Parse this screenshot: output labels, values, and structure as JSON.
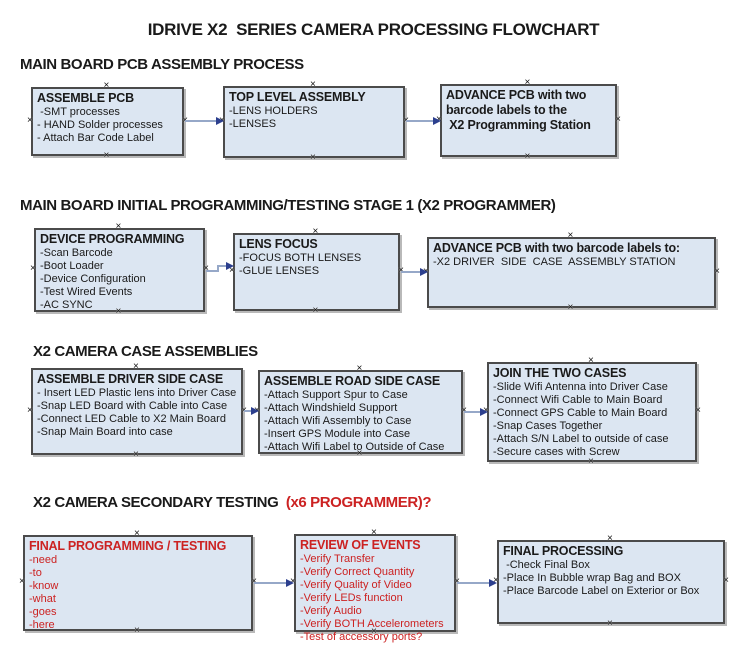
{
  "page_title": "IDRIVE X2  SERIES CAMERA PROCESSING FLOWCHART",
  "icons": {
    "connection_point": "×"
  },
  "colors": {
    "box_fill": "#dce6f2",
    "box_border": "#4b4b4b",
    "arrow_line": "#96a8c8",
    "arrow_head": "#2c3f8e",
    "red_text": "#cc2222",
    "black_text": "#1a1a1a"
  },
  "sections": [
    {
      "heading": "MAIN BOARD PCB ASSEMBLY PROCESS",
      "boxes": [
        {
          "header": "ASSEMBLE PCB",
          "items": [
            " -SMT processes",
            "- HAND Solder processes",
            "- Attach Bar Code Label"
          ]
        },
        {
          "header": "TOP LEVEL ASSEMBLY",
          "items": [
            "-LENS HOLDERS",
            "-LENSES"
          ]
        },
        {
          "header": "ADVANCE PCB with two\nbarcode labels to the\n X2 Programming Station",
          "items": []
        }
      ]
    },
    {
      "heading": "MAIN BOARD INITIAL PROGRAMMING/TESTING STAGE 1 (X2 PROGRAMMER)",
      "boxes": [
        {
          "header": "DEVICE PROGRAMMING",
          "items": [
            "-Scan Barcode",
            "-Boot Loader",
            "-Device Configuration",
            "-Test Wired Events",
            "-AC SYNC"
          ]
        },
        {
          "header": "LENS FOCUS",
          "items": [
            "-FOCUS BOTH LENSES",
            "-GLUE LENSES"
          ]
        },
        {
          "header": "ADVANCE PCB with two barcode labels to:",
          "items": [
            "-X2 DRIVER  SIDE  CASE  ASSEMBLY STATION"
          ]
        }
      ]
    },
    {
      "heading": "X2 CAMERA CASE ASSEMBLIES",
      "boxes": [
        {
          "header": "ASSEMBLE DRIVER SIDE CASE",
          "items": [
            "- Insert LED Plastic lens into Driver Case",
            "-Snap LED Board with Cable into Case",
            "-Connect LED Cable to X2 Main Board",
            "-Snap Main Board into case"
          ]
        },
        {
          "header": "ASSEMBLE ROAD SIDE CASE",
          "items": [
            "-Attach Support Spur to Case",
            "-Attach Windshield Support",
            "-Attach Wifi Assembly to Case",
            "-Insert GPS Module into Case",
            "-Attach Wifi Label to Outside of Case"
          ]
        },
        {
          "header": "JOIN THE TWO CASES",
          "items": [
            "-Slide Wifi Antenna into Driver Case",
            "-Connect Wifi Cable to Main Board",
            "-Connect GPS Cable to Main Board",
            "-Snap Cases Together",
            "-Attach S/N Label to outside of case",
            "-Secure cases with Screw"
          ]
        }
      ]
    },
    {
      "heading": "X2 CAMERA SECONDARY TESTING  ",
      "heading_red": "(x6 PROGRAMMER)?",
      "boxes": [
        {
          "header": "FINAL PROGRAMMING / TESTING",
          "items": [
            "-need",
            "-to",
            "-know",
            "-what",
            "-goes",
            "-here"
          ]
        },
        {
          "header": "REVIEW OF EVENTS",
          "items": [
            "-Verify Transfer",
            "-Verify Correct Quantity",
            "-Verify Quality of Video",
            "-Verify LEDs function",
            "-Verify Audio",
            "-Verify BOTH Accelerometers",
            "-Test of accessory ports?"
          ]
        },
        {
          "header": "FINAL PROCESSING",
          "items": [
            " -Check Final Box",
            "-Place In Bubble wrap Bag and BOX",
            "-Place Barcode Label on Exterior or Box"
          ]
        }
      ]
    }
  ]
}
